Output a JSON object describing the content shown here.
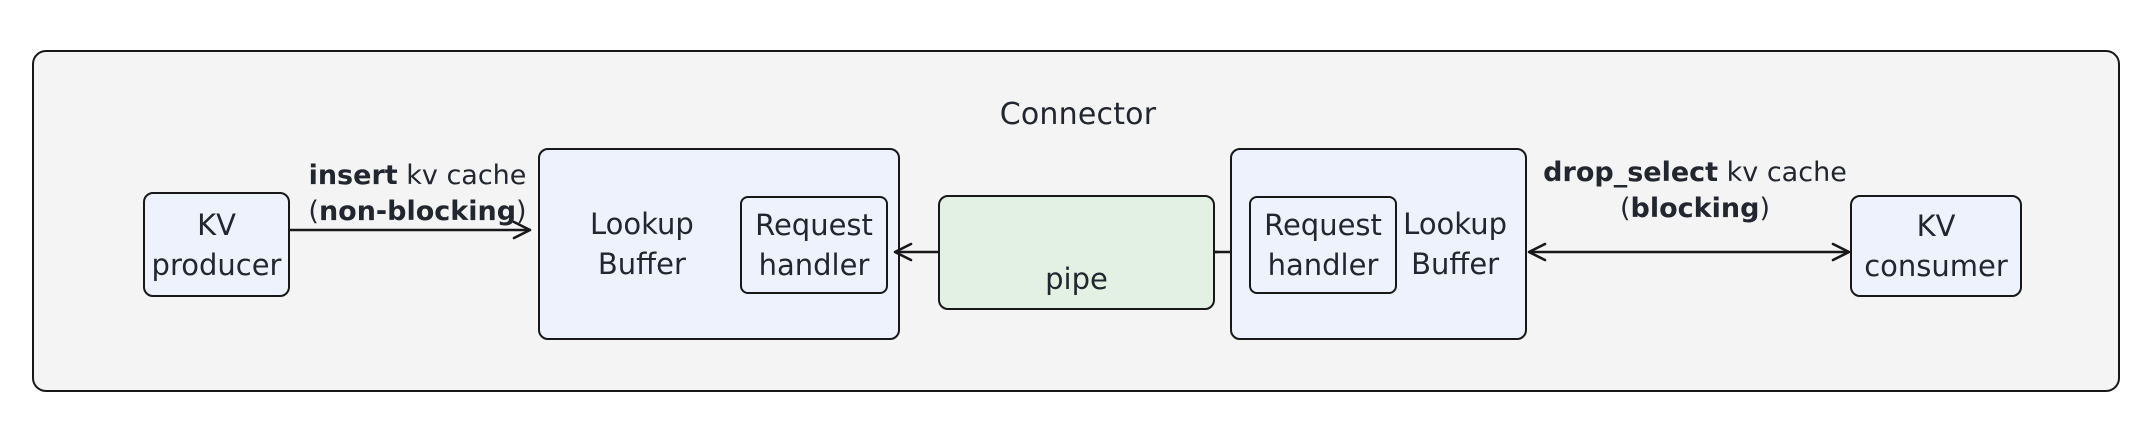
{
  "diagram": {
    "container": {
      "title": "Connector",
      "fill": "#f4f4f4",
      "stroke": "#18181b"
    },
    "colors": {
      "blue_fill": "#eef2fd",
      "green_fill": "#e3f1e5",
      "stroke": "#18181b",
      "text": "#22262f"
    },
    "nodes": {
      "kv_producer": "KV\nproducer",
      "kv_consumer": "KV\nconsumer",
      "lookup_buffer_left": "Lookup\nBuffer",
      "lookup_buffer_right": "Lookup\nBuffer",
      "request_handler_left": "Request\nhandler",
      "request_handler_right": "Request\nhandler",
      "pipe": "pipe"
    },
    "edges": {
      "insert": {
        "op": "insert",
        "object": " kv cache",
        "mode_open": "(",
        "mode": "non-blocking",
        "mode_close": ")",
        "direction": "right",
        "from": "KV producer",
        "to": "Lookup Buffer (left)"
      },
      "pipe_to_left": {
        "direction": "left",
        "from": "pipe",
        "to": "Request handler (left)"
      },
      "pipe_to_right": {
        "direction": "right",
        "from": "pipe",
        "to": "Request handler (right)"
      },
      "drop_select": {
        "op": "drop_select",
        "object": " kv cache",
        "mode_open": "(",
        "mode": "blocking",
        "mode_close": ")",
        "direction": "bidirectional",
        "from": "Lookup Buffer (right)",
        "to": "KV consumer"
      }
    }
  }
}
